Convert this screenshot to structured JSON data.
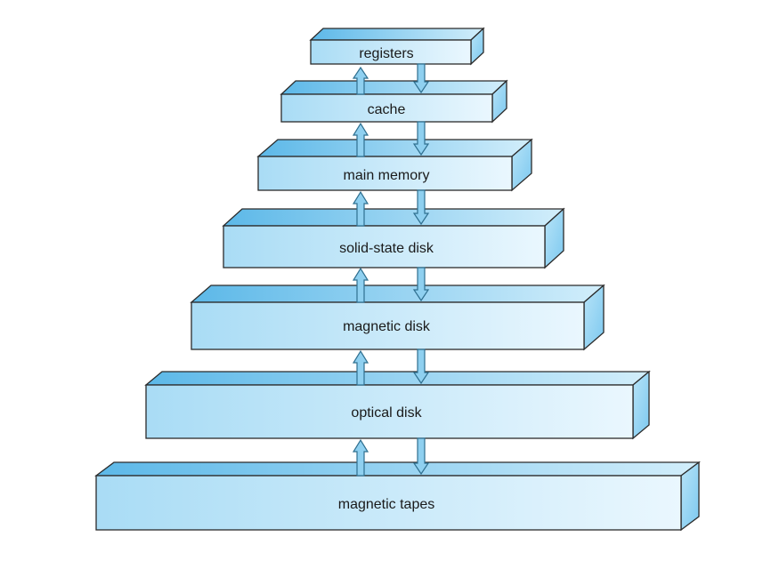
{
  "levels": [
    {
      "label": "registers"
    },
    {
      "label": "cache"
    },
    {
      "label": "main memory"
    },
    {
      "label": "solid-state disk"
    },
    {
      "label": "magnetic disk"
    },
    {
      "label": "optical disk"
    },
    {
      "label": "magnetic tapes"
    }
  ],
  "colors": {
    "front_left": "#a9dcf5",
    "front_right": "#e9f6fd",
    "top_left": "#5cb8e8",
    "top_right": "#cdebfa",
    "side": "#8ccff1",
    "stroke": "#2b2b2b",
    "arrow_fill": "#8fd0f0",
    "arrow_stroke": "#2f6f8f"
  }
}
